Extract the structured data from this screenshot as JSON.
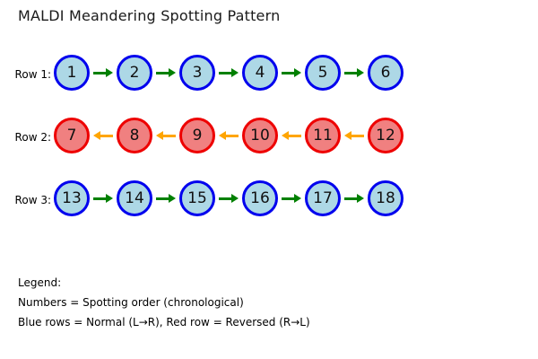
{
  "title": "MALDI Meandering Spotting Pattern",
  "colors": {
    "background": "#ffffff",
    "text": "#000000",
    "blue_fill": "#add8e6",
    "blue_border": "#0000ee",
    "red_fill": "#f08080",
    "red_border": "#ee0000",
    "arrow_right": "#008000",
    "arrow_left": "#ffa500"
  },
  "rows": [
    {
      "label": "Row 1:",
      "direction": "right",
      "scheme": "blue",
      "circles": [
        "1",
        "2",
        "3",
        "4",
        "5",
        "6"
      ]
    },
    {
      "label": "Row 2:",
      "direction": "left",
      "scheme": "red",
      "circles": [
        "7",
        "8",
        "9",
        "10",
        "11",
        "12"
      ]
    },
    {
      "label": "Row 3:",
      "direction": "right",
      "scheme": "blue",
      "circles": [
        "13",
        "14",
        "15",
        "16",
        "17",
        "18"
      ]
    }
  ],
  "legend": {
    "heading": "Legend:",
    "line1": "Numbers = Spotting order (chronological)",
    "line2": "Blue rows = Normal (L→R), Red row = Reversed (R→L)"
  }
}
